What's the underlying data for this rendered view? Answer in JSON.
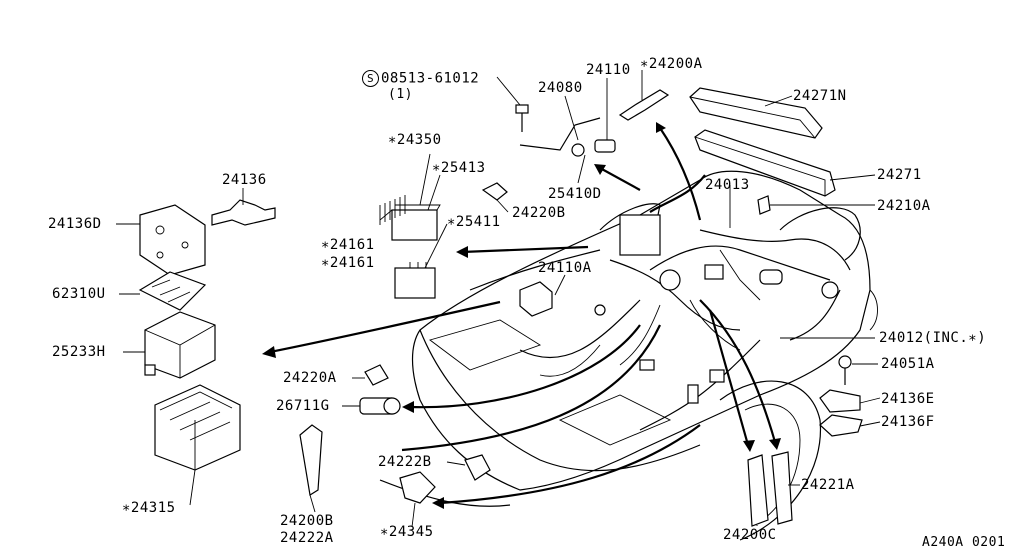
{
  "figure_code": "A240A 0201",
  "callouts": [
    {
      "id": "c_08513",
      "text": "08513-61012",
      "prefix_symbol": "S"
    },
    {
      "id": "c_08513_qty",
      "text": "(1)"
    },
    {
      "id": "c_24080",
      "text": "24080"
    },
    {
      "id": "c_24110",
      "text": "24110"
    },
    {
      "id": "c_24200A",
      "text": "∗24200A"
    },
    {
      "id": "c_24271N",
      "text": "24271N"
    },
    {
      "id": "c_24350",
      "text": "∗24350"
    },
    {
      "id": "c_25413",
      "text": "∗25413"
    },
    {
      "id": "c_24136",
      "text": "24136"
    },
    {
      "id": "c_25410D",
      "text": "25410D"
    },
    {
      "id": "c_24013",
      "text": "24013"
    },
    {
      "id": "c_24271",
      "text": "24271"
    },
    {
      "id": "c_24210A",
      "text": "24210A"
    },
    {
      "id": "c_24136D",
      "text": "24136D"
    },
    {
      "id": "c_24220B",
      "text": "24220B"
    },
    {
      "id": "c_25411",
      "text": "∗25411"
    },
    {
      "id": "c_24161a",
      "text": "∗24161"
    },
    {
      "id": "c_24161b",
      "text": "∗24161"
    },
    {
      "id": "c_24110A",
      "text": "24110A"
    },
    {
      "id": "c_62310U",
      "text": "62310U"
    },
    {
      "id": "c_24012",
      "text": "24012(INC.∗)"
    },
    {
      "id": "c_25233H",
      "text": "25233H"
    },
    {
      "id": "c_24051A",
      "text": "24051A"
    },
    {
      "id": "c_24220A",
      "text": "24220A"
    },
    {
      "id": "c_24136E",
      "text": "24136E"
    },
    {
      "id": "c_26711G",
      "text": "26711G"
    },
    {
      "id": "c_24136F",
      "text": "24136F"
    },
    {
      "id": "c_24222B",
      "text": "24222B"
    },
    {
      "id": "c_24221A",
      "text": "24221A"
    },
    {
      "id": "c_24315",
      "text": "∗24315"
    },
    {
      "id": "c_24200B",
      "text": "24200B"
    },
    {
      "id": "c_24222A",
      "text": "24222A"
    },
    {
      "id": "c_24345",
      "text": "∗24345"
    },
    {
      "id": "c_24200C",
      "text": "24200C"
    }
  ],
  "colors": {
    "line": "#000000",
    "background": "#ffffff"
  }
}
